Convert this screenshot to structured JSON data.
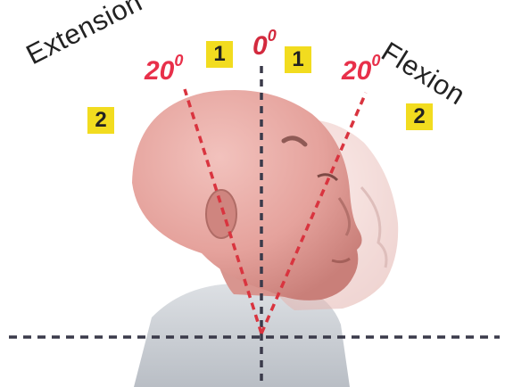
{
  "labels": {
    "extension": "Extension",
    "flexion": "Flexion"
  },
  "angles": {
    "left": {
      "value": "20",
      "unit": "0"
    },
    "center": {
      "value": "0",
      "unit": "0"
    },
    "right": {
      "value": "20",
      "unit": "0"
    }
  },
  "zones": {
    "inner_left": "1",
    "inner_right": "1",
    "outer_left": "2",
    "outer_right": "2"
  },
  "colors": {
    "angle_text": "#e8304a",
    "neutral_text": "#d32a3e",
    "angle_line": "#d9343f",
    "axis_line": "#3a3a4a",
    "zone_badge": "#f2dc1f",
    "skin": "#e7a6a0",
    "shirt": "#cfd3d8"
  }
}
